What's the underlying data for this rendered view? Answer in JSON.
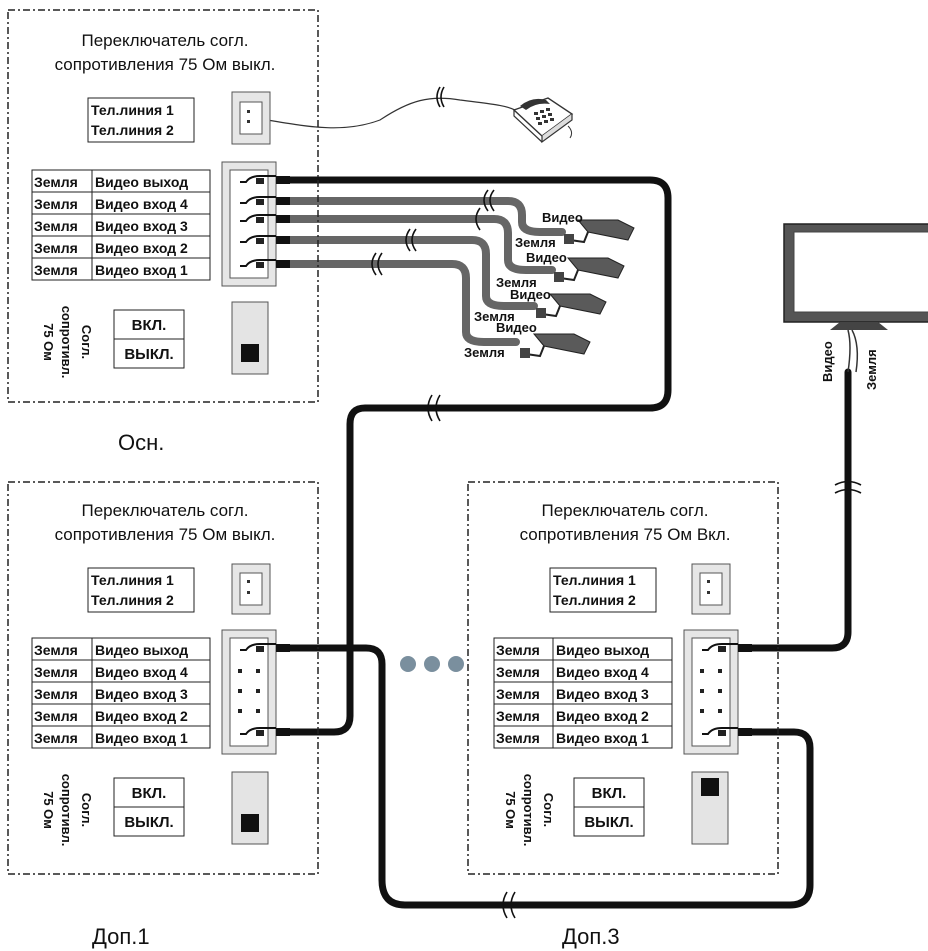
{
  "units": {
    "main": {
      "switch_title_1": "Переключатель согл.",
      "switch_title_2": "сопротивления 75 Ом выкл.",
      "caption": "Осн."
    },
    "ext1": {
      "switch_title_1": "Переключатель согл.",
      "switch_title_2": "сопротивления 75 Ом выкл.",
      "caption": "Доп.1"
    },
    "ext3": {
      "switch_title_1": "Переключатель согл.",
      "switch_title_2": "сопротивления 75 Ом Вкл.",
      "caption": "Доп.3"
    }
  },
  "phone_lines": [
    "Тел.линия 1",
    "Тел.линия 2"
  ],
  "terminal_rows": [
    {
      "ground": "Земля",
      "signal": "Видео выход"
    },
    {
      "ground": "Земля",
      "signal": "Видео вход 4"
    },
    {
      "ground": "Земля",
      "signal": "Видео вход 3"
    },
    {
      "ground": "Земля",
      "signal": "Видео вход 2"
    },
    {
      "ground": "Земля",
      "signal": "Видео вход 1"
    }
  ],
  "termination": {
    "side_label": [
      "Согл.",
      "сопротивл.",
      "75 Ом"
    ],
    "on": "ВКЛ.",
    "off": "ВЫКЛ."
  },
  "camera_labels": {
    "video": "Видео",
    "ground": "Земля"
  },
  "monitor_labels": {
    "video": "Видео",
    "ground": "Земля"
  },
  "colors": {
    "cable_black": "#111111",
    "cable_grey": "#666666",
    "ellipsis_dots": "#7a8f9e"
  }
}
